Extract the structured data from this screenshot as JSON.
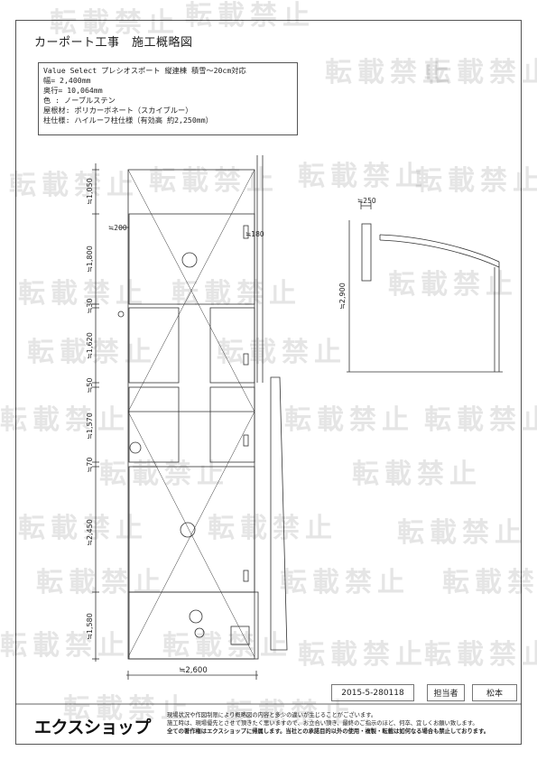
{
  "title": "カーポート工事　施工概略図",
  "spec": [
    "Value Select プレシオスポート 縦連棟 積雪〜20cm対応",
    "幅= 2,400mm",
    "奥行= 10,064mm",
    "色 : ノーブルステン",
    "屋根材: ポリカーボネート（スカイブルー）",
    "柱仕様: ハイルーフ柱仕様（有効高 約2,250mm）"
  ],
  "dims_vertical": [
    "≒1,050",
    "≒1,800",
    "≒30",
    "≒1,620",
    "≒50",
    "≒1,570",
    "≒70",
    "≒2,450",
    "≒1,580"
  ],
  "dim_200": "≒200",
  "dim_180": "≒180",
  "dim_width": "≒2,600",
  "dim_250": "≒250",
  "dim_2900": "≒2,900",
  "watermark": "転載禁止",
  "footer": {
    "doc_id": "2015-5-280118",
    "person_label": "担当者",
    "person_name": "松本",
    "logo": "エクスショップ",
    "notes": [
      "現場状況や作図制限により概略図の内容と多少の違いが生じることがございます。",
      "施工時は、現場優先とさせて頂きたく思いますので、お立合い頂き、最終のご指示のほど、何卒、宜しくお願い致します。",
      "全ての著作権はエクスショップに帰属します。当社との承諾目的以外の使用・複製・転載は如何なる場合も禁止しております。"
    ]
  }
}
